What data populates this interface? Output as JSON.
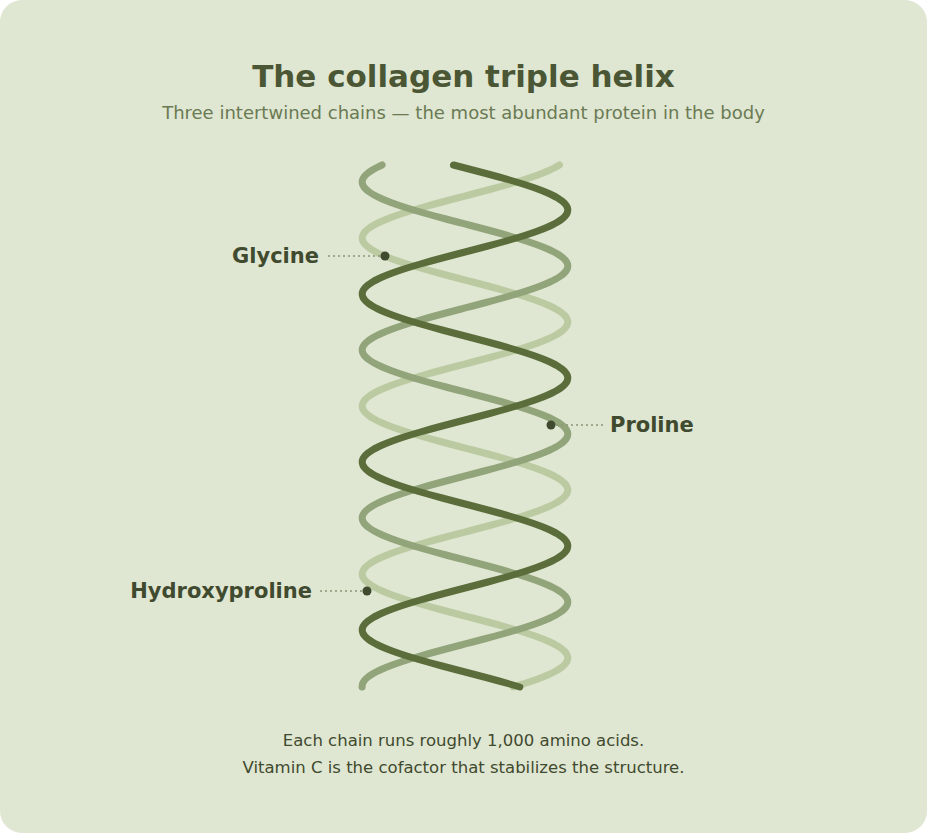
{
  "diagram": {
    "title": "The collagen triple helix",
    "labels": [
      "Three intertwined chains — the most abundant protein in the body",
      "Glycine",
      "Proline",
      "Hydroxyproline",
      "Each chain runs roughly 1,000 amino acids.",
      "Vitamin C is the cofactor that stabilizes the structure."
    ]
  }
}
